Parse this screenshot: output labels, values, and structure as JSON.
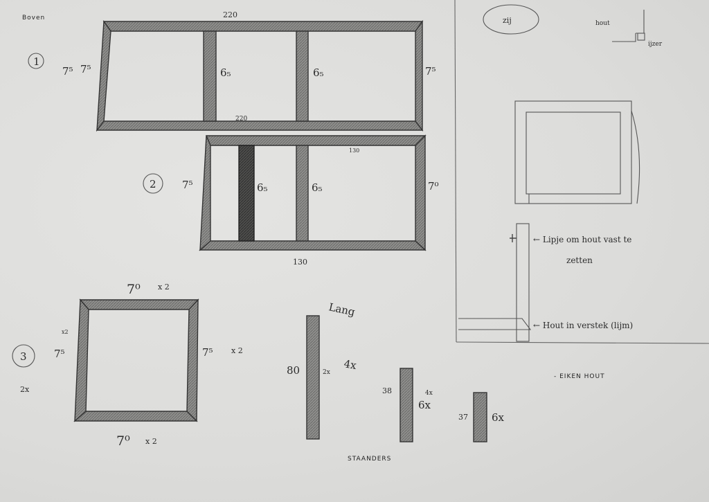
{
  "top_label": "Boven",
  "side_label": "zij",
  "oak_note": "- EIKEN HOUT",
  "uprights_label": "STAANDERS",
  "frame1": {
    "number": "1",
    "width_top": "220",
    "width_bottom": "220",
    "left_a": "7⁵",
    "left_b": "7⁵",
    "right": "7⁵",
    "bar1": "6₅",
    "bar2": "6₅"
  },
  "frame2": {
    "number": "2",
    "width_top": "130",
    "width_bottom": "130",
    "left": "7⁵",
    "right": "7⁰",
    "bar1": "6₅",
    "bar2": "6₅"
  },
  "frame3": {
    "number": "3",
    "top": "7⁰",
    "top_mult": "x 2",
    "bottom": "7⁰",
    "bottom_mult": "x 2",
    "left": "7⁵",
    "left_mult": "x2",
    "right": "7⁵",
    "right_mult": "x 2",
    "count": "2x"
  },
  "uprights": {
    "long_label": "Lang",
    "post1": {
      "length": "80",
      "count": "2x",
      "extra": "4x"
    },
    "post2": {
      "length": "38",
      "count": "6x",
      "extra": "4x"
    },
    "post3": {
      "length": "37",
      "count": "6x"
    }
  },
  "side_detail": {
    "wood_label": "hout",
    "iron_label": "ijzer",
    "note_lip": "← Lipje om hout vast te zetten",
    "note_lip_line1": "← Lipje om hout vast te",
    "note_lip_line2": "zetten",
    "note_sunk": "← Hout in verstek (lijm)"
  }
}
